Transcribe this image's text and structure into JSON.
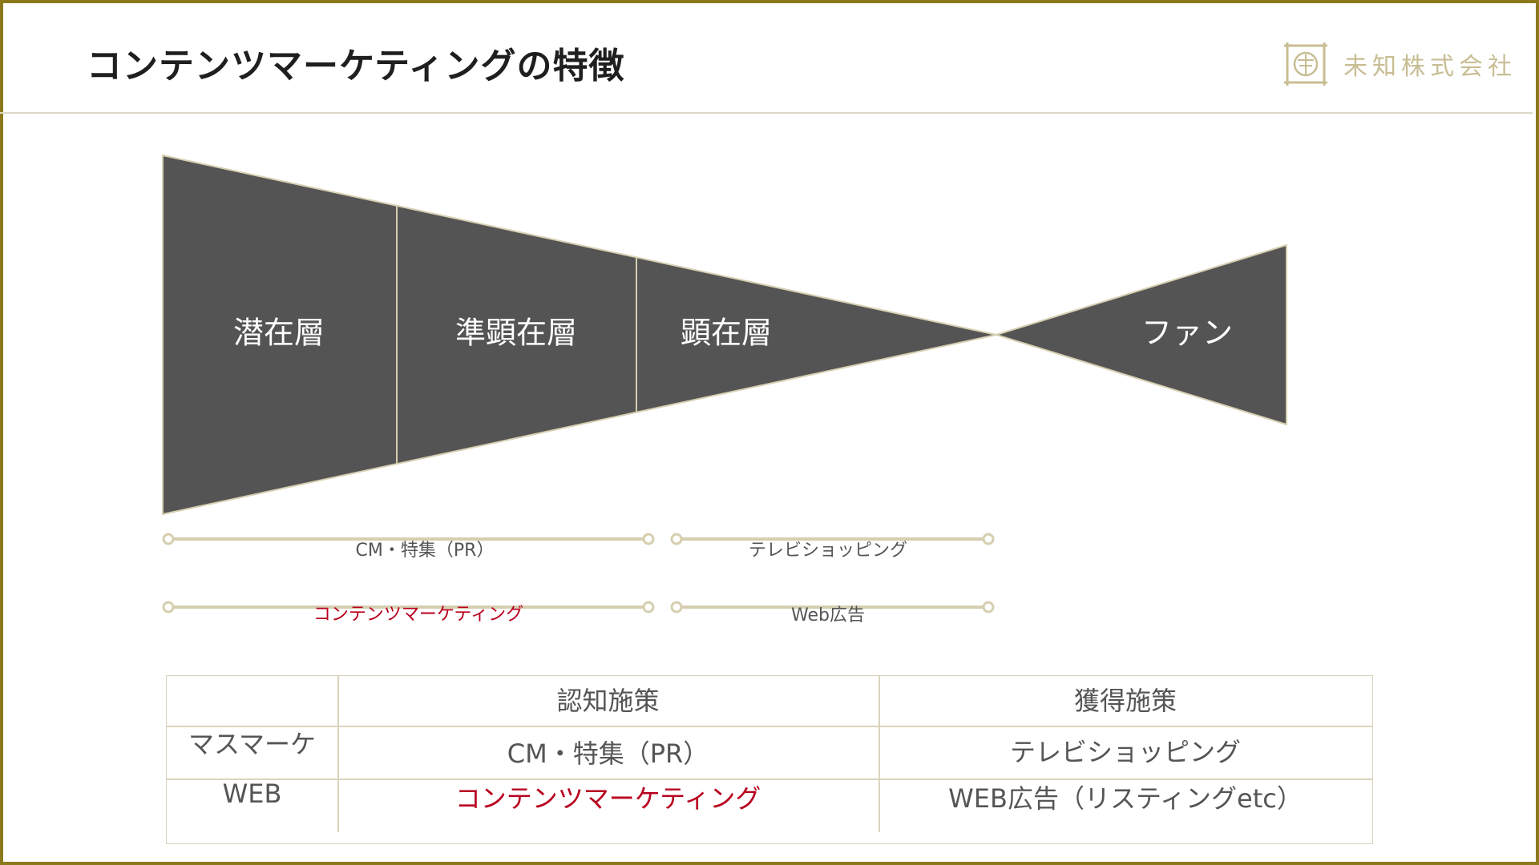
{
  "header": {
    "title": "コンテンツマーケティングの特徴",
    "company_name": "未知株式会社"
  },
  "funnel": {
    "stages": [
      "潜在層",
      "準顕在層",
      "顕在層"
    ],
    "fan_label": "ファン",
    "fill_color": "#545454",
    "line_color": "#d5cfb0"
  },
  "timelines": [
    {
      "label": "CM・特集（PR）",
      "color": "#555555"
    },
    {
      "label": "テレビショッピング",
      "color": "#555555"
    },
    {
      "label": "コンテンツマーケティング",
      "color": "#b8001f"
    },
    {
      "label": "Web広告",
      "color": "#555555"
    }
  ],
  "table": {
    "headers": [
      "",
      "認知施策",
      "獲得施策"
    ],
    "rows": [
      {
        "label": "マスマーケ",
        "awareness": "CM・特集（PR）",
        "acquisition": "テレビショッピング"
      },
      {
        "label": "WEB",
        "awareness": "コンテンツマーケティング",
        "acquisition": "WEB広告（リスティングetc）"
      }
    ],
    "highlight_color": "#b8001f"
  },
  "colors": {
    "border": "#8a7a1c",
    "accent_gold": "#c8bd93",
    "highlight_red": "#b8001f"
  }
}
